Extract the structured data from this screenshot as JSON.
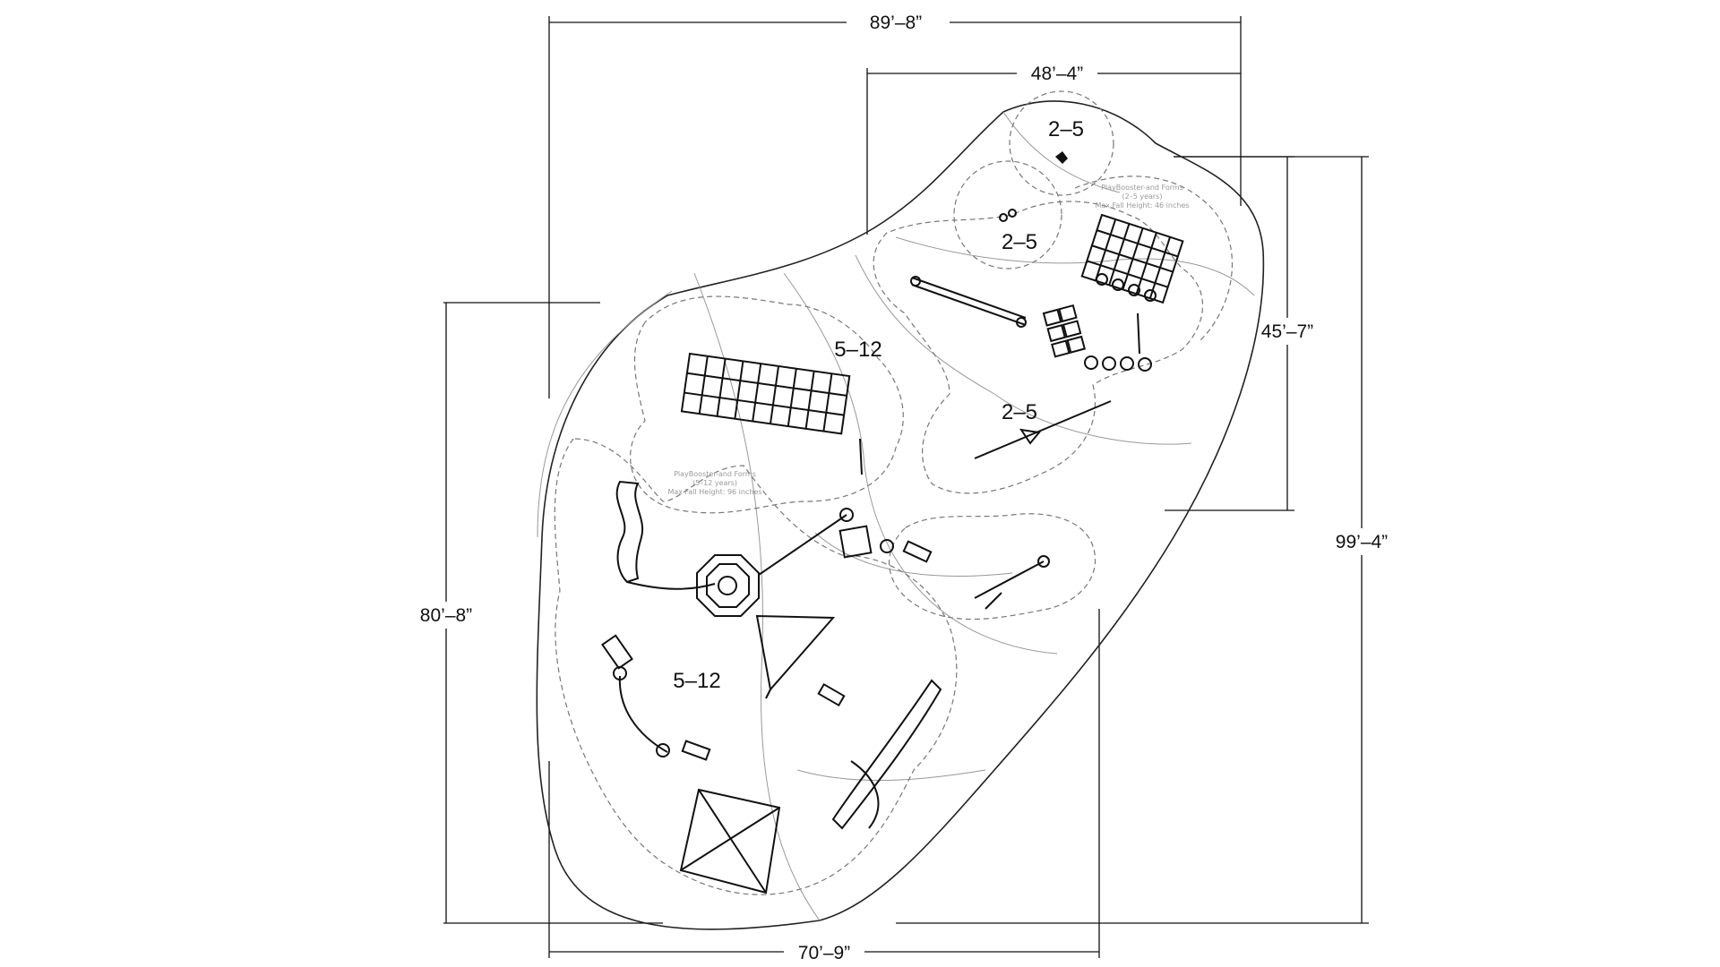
{
  "dimensions": {
    "top_overall": "89’–8”",
    "top_inner": "48’–4”",
    "right_inner": "45’–7”",
    "right_overall": "99’–4”",
    "left": "80’–8”",
    "bottom": "70’–9”"
  },
  "age_zones": [
    {
      "id": "zone-a",
      "label": "2–5"
    },
    {
      "id": "zone-b",
      "label": "2–5"
    },
    {
      "id": "zone-c",
      "label": "2–5"
    },
    {
      "id": "zone-d",
      "label": "5–12"
    },
    {
      "id": "zone-e",
      "label": "5–12"
    }
  ],
  "surface_notes": {
    "north": {
      "line1": "PlayBooster-and Forms",
      "line2": "(2–5 years)",
      "line3": "Max Fall Height: 46 inches"
    },
    "west": {
      "line1": "PlayBooster-and Forms",
      "line2": "(5–12 years)",
      "line3": "Max Fall Height: 96 inches"
    }
  },
  "colors": {
    "lines": "#222222",
    "dashed": "#777777",
    "notes": "#9a9a9a"
  }
}
